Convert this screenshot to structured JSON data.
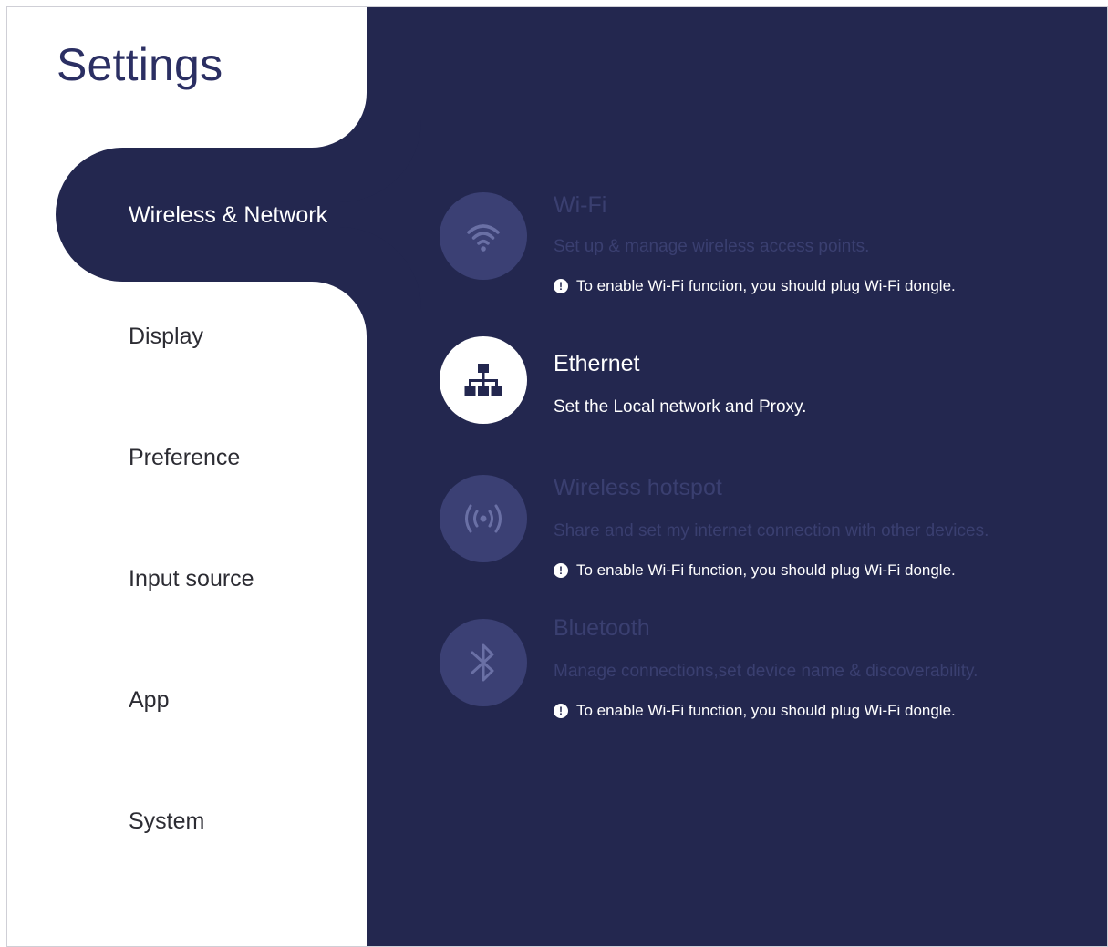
{
  "sidebar": {
    "title": "Settings",
    "items": [
      {
        "label": "Wireless & Network",
        "active": true
      },
      {
        "label": "Display",
        "active": false
      },
      {
        "label": "Preference",
        "active": false
      },
      {
        "label": "Input source",
        "active": false
      },
      {
        "label": "App",
        "active": false
      },
      {
        "label": "System",
        "active": false
      }
    ]
  },
  "content": {
    "items": [
      {
        "title": "Wi-Fi",
        "subtitle": "Set up & manage wireless access points.",
        "notice": "To enable Wi-Fi function, you should plug Wi-Fi dongle.",
        "icon": "wifi-icon",
        "enabled": false
      },
      {
        "title": "Ethernet",
        "subtitle": "Set the Local network and Proxy.",
        "icon": "network-icon",
        "enabled": true
      },
      {
        "title": "Wireless hotspot",
        "subtitle": "Share and set my internet connection with other devices.",
        "notice": "To enable Wi-Fi function, you should plug Wi-Fi dongle.",
        "icon": "hotspot-icon",
        "enabled": false
      },
      {
        "title": "Bluetooth",
        "subtitle": "Manage connections,set device name & discoverability.",
        "notice": "To enable Wi-Fi function, you should plug Wi-Fi dongle.",
        "icon": "bluetooth-icon",
        "enabled": false
      }
    ],
    "notice_icon_glyph": "!"
  },
  "colors": {
    "panel": "#23274f",
    "title": "#2b2f63",
    "disabled_text": "#3a3f70",
    "disabled_icon_bg": "#3b4074"
  }
}
